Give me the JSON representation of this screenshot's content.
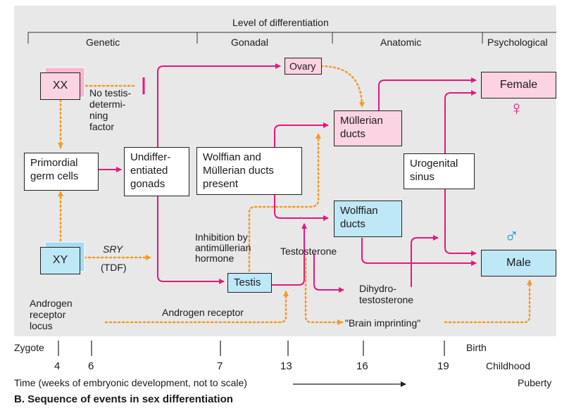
{
  "header": "Level of differentiation",
  "levels": [
    "Genetic",
    "Gonadal",
    "Anatomic",
    "Psychological"
  ],
  "boxes": {
    "xx": "XX",
    "xy": "XY",
    "primordial": "Primordial\ngerm cells",
    "undiff": "Undiffer-\nentiated\ngonads",
    "wolff_mull": "Wolffian and\nMüllerian ducts\npresent",
    "ovary": "Ovary",
    "mullerian": "Müllerian\nducts",
    "wolffian": "Wolffian\nducts",
    "urogenital": "Urogenital\nsinus",
    "testis": "Testis",
    "female": "Female",
    "male": "Male"
  },
  "symbols": {
    "female": "♀",
    "male": "♂"
  },
  "labels": {
    "no_testis": "No testis-\ndetermi-\nning\nfactor",
    "sry": "SRY",
    "tdf": "(TDF)",
    "inhibition": "Inhibition by\nantimüllerian\nhormone",
    "testosterone": "Testosterone",
    "dihydro": "Dihydro-\ntestosterone",
    "androgen_locus": "Androgen\nreceptor\nlocus",
    "androgen_receptor": "Androgen receptor",
    "brain": "\"Brain imprinting\""
  },
  "timeline": {
    "zygote": "Zygote",
    "weeks": [
      "4",
      "6",
      "7",
      "13",
      "16",
      "19"
    ],
    "birth": "Birth",
    "childhood": "Childhood",
    "puberty": "Puberty",
    "axis_label": "Time (weeks of embryonic development, not to scale)"
  },
  "caption": "B. Sequence of events in sex differentiation",
  "colors": {
    "panel": "#e8e8e8",
    "magenta": "#e5177e",
    "orange": "#f59a23",
    "pink_box": "#fbd3e3",
    "blue_box": "#bfe8f7"
  }
}
